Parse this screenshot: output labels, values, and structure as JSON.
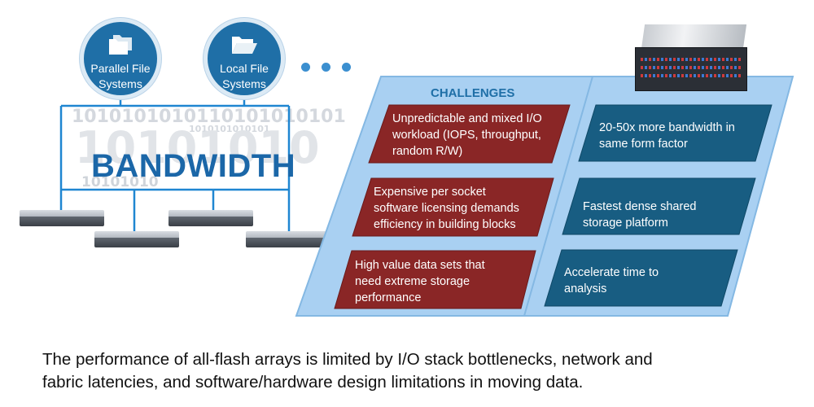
{
  "file_systems": [
    {
      "label": "Parallel File Systems",
      "line1": "Parallel File",
      "line2": "Systems",
      "icon": "folders-icon"
    },
    {
      "label": "Local File Systems",
      "line1": "Local File",
      "line2": "Systems",
      "icon": "open-folder-icon"
    }
  ],
  "background_binary": {
    "row1": "1010101010110101010101",
    "row1b": "1010101010101",
    "row2": "10101010",
    "row3": "10101010"
  },
  "bandwidth_label": "BANDWIDTH",
  "challenges": {
    "title": "CHALLENGES",
    "items": [
      {
        "line1": "Unpredictable and mixed I/O",
        "line2": "workload (IOPS, throughput,",
        "line3": "random R/W)"
      },
      {
        "line1": "Expensive per socket",
        "line2": "software licensing demands",
        "line3": "efficiency in building blocks"
      },
      {
        "line1": "High value data sets that",
        "line2": "need extreme storage",
        "line3": "performance"
      }
    ]
  },
  "solutions": {
    "items": [
      {
        "line1": "20-50x more bandwidth in",
        "line2": "same form factor"
      },
      {
        "line1": "Fastest dense shared",
        "line2": "storage platform"
      },
      {
        "line1": "Accelerate time to",
        "line2": "analysis"
      }
    ]
  },
  "caption": {
    "line1": "The performance of all-flash arrays is limited by I/O stack bottlenecks, network and",
    "line2": "fabric latencies, and software/hardware design limitations in moving data."
  },
  "colors": {
    "accent_blue": "#1f6fa7",
    "challenge_red": "#8a2626",
    "solution_blue": "#185d82",
    "panel_light_blue": "#9fcaf0"
  }
}
